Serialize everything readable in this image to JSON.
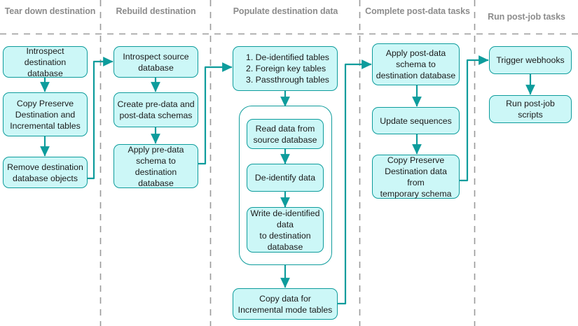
{
  "diagram": {
    "title": "Data sync job phase flowchart",
    "colors": {
      "node_fill": "#ccf7f7",
      "node_border": "#0e9c9c",
      "connector": "#0e9c9c",
      "lane_divider": "#9a9a9a",
      "header_text": "#8c8c8c",
      "node_text": "#1b1b1b",
      "background": "#ffffff"
    },
    "lanes": [
      {
        "id": "lane-tear-down-destination",
        "label": "Tear down\ndestination"
      },
      {
        "id": "lane-rebuild-destination",
        "label": "Rebuild destination"
      },
      {
        "id": "lane-populate-destination-data",
        "label": "Populate destination\ndata"
      },
      {
        "id": "lane-complete-post-data-tasks",
        "label": "Complete post-data\ntasks"
      },
      {
        "id": "lane-run-post-job-tasks",
        "label": "Run post-job tasks"
      }
    ],
    "nodes": [
      {
        "id": "introspect-destination-database",
        "lane": 0,
        "label": "Introspect\ndestination database"
      },
      {
        "id": "copy-preserve-destination-and-incremental-tables",
        "lane": 0,
        "label": "Copy Preserve\nDestination and\nIncremental tables"
      },
      {
        "id": "remove-destination-database-objects",
        "lane": 0,
        "label": "Remove destination\ndatabase objects"
      },
      {
        "id": "introspect-source-database",
        "lane": 1,
        "label": "Introspect source\ndatabase"
      },
      {
        "id": "create-pre-data-and-post-data-schemas",
        "lane": 1,
        "label": "Create pre-data and\npost-data schemas"
      },
      {
        "id": "apply-pre-data-schema-to-destination-database",
        "lane": 1,
        "label": "Apply pre-data\nschema to\ndestination database"
      },
      {
        "id": "table-type-list",
        "lane": 2,
        "label": "1. De-identified tables\n2. Foreign key tables\n3. Passthrough tables"
      },
      {
        "id": "read-data-from-source-database",
        "lane": 2,
        "label": "Read data from\nsource database"
      },
      {
        "id": "de-identify-data",
        "lane": 2,
        "label": "De-identify data"
      },
      {
        "id": "write-de-identified-data-to-destination-database",
        "lane": 2,
        "label": "Write de-identified\ndata\nto destination\ndatabase"
      },
      {
        "id": "copy-data-for-incremental-mode-tables",
        "lane": 2,
        "label": "Copy data for\nIncremental mode tables"
      },
      {
        "id": "apply-post-data-schema-to-destination-database",
        "lane": 3,
        "label": "Apply post-data\nschema to\ndestination database"
      },
      {
        "id": "update-sequences",
        "lane": 3,
        "label": "Update sequences"
      },
      {
        "id": "copy-preserve-destination-data-from-temporary-schema",
        "lane": 3,
        "label": "Copy Preserve\nDestination data from\ntemporary schema"
      },
      {
        "id": "trigger-webhooks",
        "lane": 4,
        "label": "Trigger webhooks"
      },
      {
        "id": "run-post-job-scripts",
        "lane": 4,
        "label": "Run post-job scripts"
      }
    ],
    "group_label": "de-identification-loop-group"
  }
}
